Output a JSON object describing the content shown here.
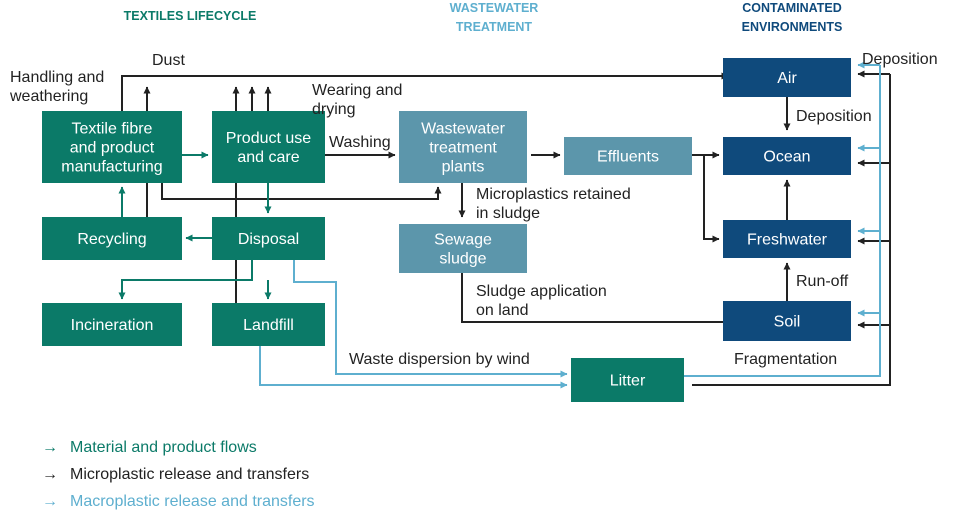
{
  "headers": {
    "textiles": "TEXTILES LIFECYCLE",
    "wastewater": [
      "WASTEWATER",
      "TREATMENT"
    ],
    "contaminated": [
      "CONTAMINATED",
      "ENVIRONMENTS"
    ]
  },
  "colors": {
    "material": "#0b7a68",
    "wastewater": "#5c96ab",
    "environment": "#0f4a7c",
    "microplastic": "#222222",
    "macroplastic": "#5eafcf",
    "header_green": "#0b7a68",
    "header_blue": "#5eafcf",
    "header_navy": "#0f4a7c"
  },
  "boxes": {
    "textile_fibre": [
      "Textile fibre",
      "and product",
      "manufacturing"
    ],
    "product_use": [
      "Product use",
      "and care"
    ],
    "recycling": [
      "Recycling"
    ],
    "disposal": [
      "Disposal"
    ],
    "incineration": [
      "Incineration"
    ],
    "landfill": [
      "Landfill"
    ],
    "wastewater_plants": [
      "Wastewater",
      "treatment",
      "plants"
    ],
    "effluents": [
      "Effluents"
    ],
    "sewage_sludge": [
      "Sewage",
      "sludge"
    ],
    "air": [
      "Air"
    ],
    "ocean": [
      "Ocean"
    ],
    "freshwater": [
      "Freshwater"
    ],
    "soil": [
      "Soil"
    ],
    "litter": [
      "Litter"
    ]
  },
  "labels": {
    "handling": [
      "Handling and",
      "weathering"
    ],
    "dust": [
      "Dust"
    ],
    "wearing": [
      "Wearing and",
      "drying"
    ],
    "washing": [
      "Washing"
    ],
    "retained": [
      "Microplastics retained",
      "in sludge"
    ],
    "sludge_application": [
      "Sludge application",
      "on land"
    ],
    "deposition_top": [
      "Deposition"
    ],
    "deposition_mid": [
      "Deposition"
    ],
    "runoff": [
      "Run-off"
    ],
    "waste_dispersion": [
      "Waste dispersion by wind"
    ],
    "fragmentation": [
      "Fragmentation"
    ]
  },
  "legend": [
    {
      "id": "material",
      "arrow": "→",
      "text": "Material and product flows"
    },
    {
      "id": "micro",
      "arrow": "→",
      "text": "Microplastic release and transfers"
    },
    {
      "id": "macro",
      "arrow": "→",
      "text": "Macroplastic release and transfers"
    }
  ]
}
